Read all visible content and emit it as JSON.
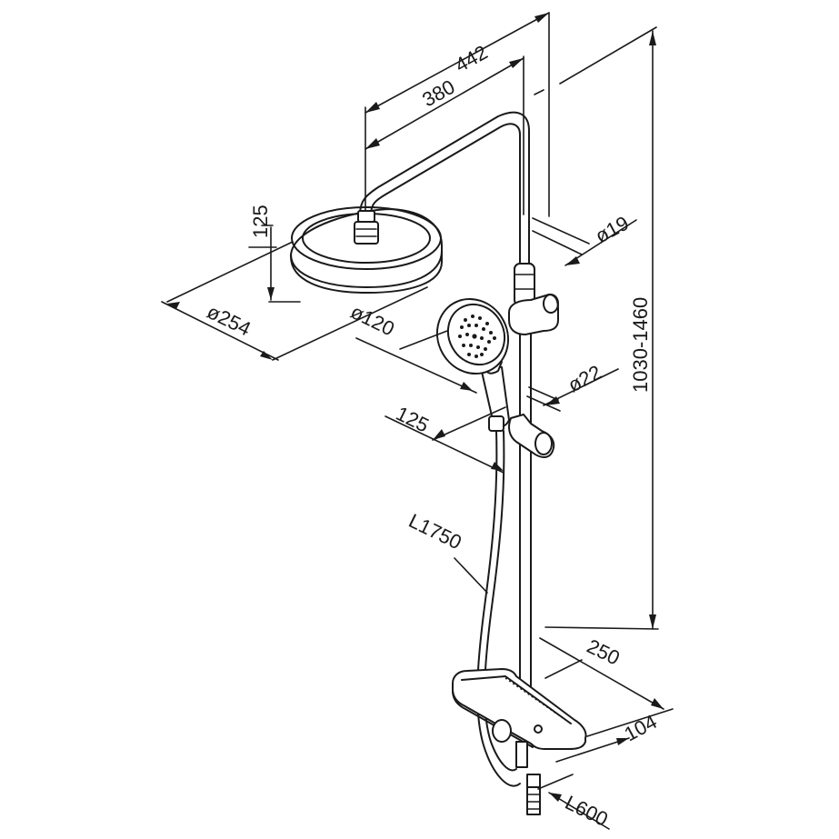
{
  "dimensions": {
    "total_arm_width": "442",
    "arm_width": "380",
    "head_thickness": "125",
    "head_diameter": "ø254",
    "handset_diameter": "ø120",
    "rail_diameter": "ø19",
    "holder_diameter": "ø22",
    "holder_offset": "125",
    "hose_length": "L1750",
    "height_range": "1030-1460",
    "shelf_width": "250",
    "shelf_depth": "104",
    "supply_hose_length": "L600"
  }
}
